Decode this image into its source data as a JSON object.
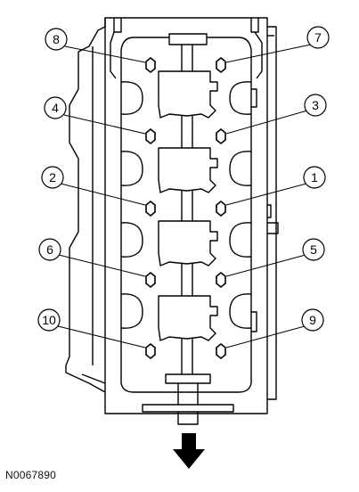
{
  "figure": {
    "id_text": "N0067890"
  },
  "callouts": [
    {
      "label": "8",
      "side": "left",
      "row": 1
    },
    {
      "label": "7",
      "side": "right",
      "row": 1
    },
    {
      "label": "4",
      "side": "left",
      "row": 2
    },
    {
      "label": "3",
      "side": "right",
      "row": 2
    },
    {
      "label": "2",
      "side": "left",
      "row": 3
    },
    {
      "label": "1",
      "side": "right",
      "row": 3
    },
    {
      "label": "6",
      "side": "left",
      "row": 4
    },
    {
      "label": "5",
      "side": "right",
      "row": 4
    },
    {
      "label": "10",
      "side": "left",
      "row": 5
    },
    {
      "label": "9",
      "side": "right",
      "row": 5
    }
  ],
  "direction_arrow": {
    "icon": "down-arrow-icon"
  }
}
